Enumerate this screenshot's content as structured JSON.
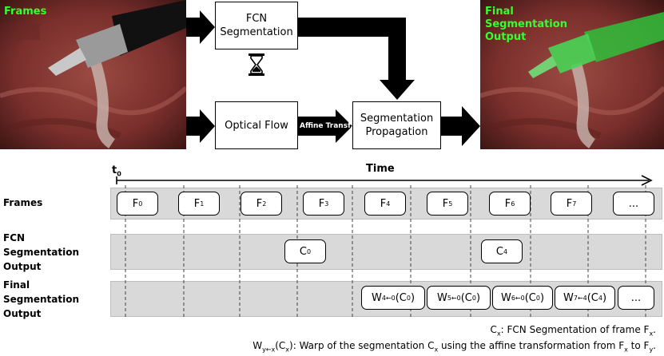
{
  "pipeline": {
    "frames_label": "Frames",
    "fcn_box": [
      "FCN",
      "Segmentation"
    ],
    "optical_flow_box": "Optical Flow",
    "affine_label": "Affine Transf.",
    "propagation_box": [
      "Segmentation",
      "Propagation"
    ],
    "final_label": [
      "Final",
      "Segmentation",
      "Output"
    ],
    "hourglass_icon": "hourglass-icon"
  },
  "timeline": {
    "time_label": "Time",
    "t0_main": "t",
    "t0_sub": "0",
    "rows": {
      "frames": [
        "Frames"
      ],
      "fcn": [
        "FCN",
        "Segmentation",
        "Output"
      ],
      "final": [
        "Final",
        "Segmentation",
        "Output"
      ]
    },
    "frames": [
      {
        "main": "F",
        "sub": "0"
      },
      {
        "main": "F",
        "sub": "1"
      },
      {
        "main": "F",
        "sub": "2"
      },
      {
        "main": "F",
        "sub": "3"
      },
      {
        "main": "F",
        "sub": "4"
      },
      {
        "main": "F",
        "sub": "5"
      },
      {
        "main": "F",
        "sub": "6"
      },
      {
        "main": "F",
        "sub": "7"
      },
      {
        "main": "...",
        "sub": ""
      }
    ],
    "fcn_outputs": [
      {
        "main": "C",
        "sub": "0"
      },
      {
        "main": "C",
        "sub": "4"
      }
    ],
    "final_outputs": [
      {
        "main": "W",
        "sub": "4←0",
        "arg": "C",
        "argsub": "0"
      },
      {
        "main": "W",
        "sub": "5←0",
        "arg": "C",
        "argsub": "0"
      },
      {
        "main": "W",
        "sub": "6←0",
        "arg": "C",
        "argsub": "0"
      },
      {
        "main": "W",
        "sub": "7←4",
        "arg": "C",
        "argsub": "4"
      },
      {
        "main": "...",
        "sub": "",
        "arg": "",
        "argsub": ""
      }
    ]
  },
  "captions": {
    "line1": {
      "a": "C",
      "a_sub": "x",
      "b": ": FCN Segmentation of frame F",
      "b_sub": "x",
      "c": "."
    },
    "line2": {
      "a": "W",
      "a_sub": "y←x",
      "b": "(C",
      "b_sub": "x",
      "c": "): Warp of the segmentation C",
      "c_sub": "x",
      "d": " using the affine transformation from F",
      "d_sub": "x",
      "e": " to F",
      "e_sub": "y",
      "f": "."
    }
  },
  "colors": {
    "label_green": "#33ff33",
    "band_gray": "#d9d9d9",
    "tissue": "#8a3a34",
    "mask_green": "#2fbf3a"
  }
}
